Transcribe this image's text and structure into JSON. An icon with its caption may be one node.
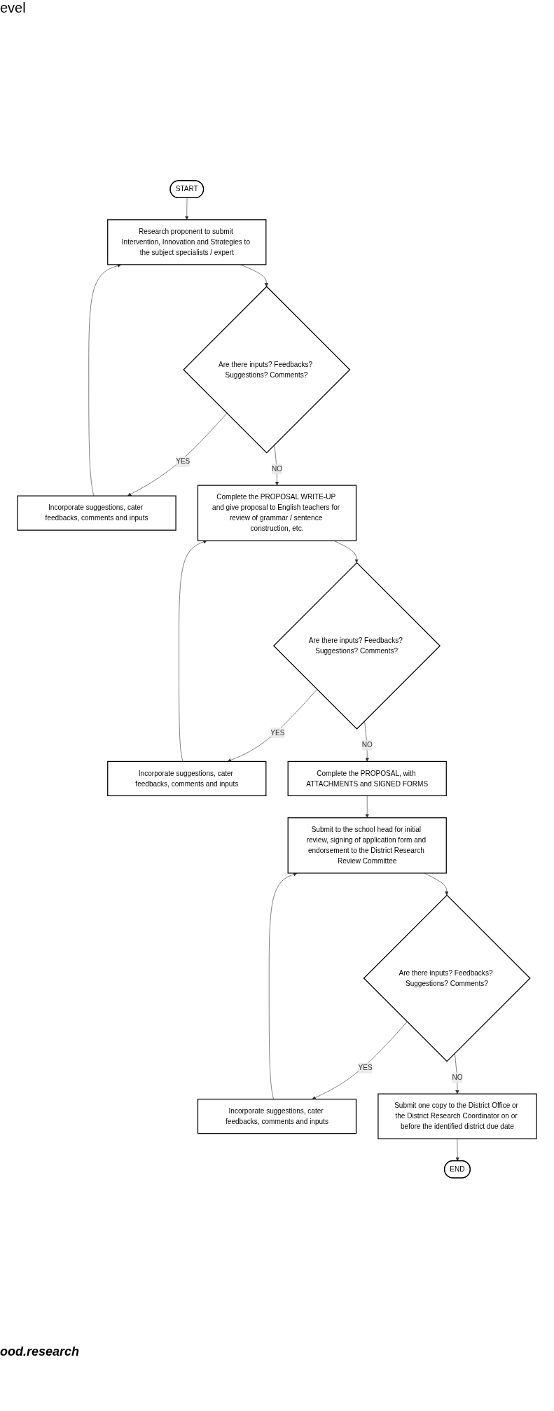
{
  "diagram": {
    "nodes": [
      {
        "text": [
          "START"
        ]
      },
      {
        "text": [
          "Research proponent to submit Intervention, Innovation and Strategies to the subject specialists / expert"
        ]
      },
      {
        "text": [
          "Are there inputs? Feedbacks? Suggestions? Comments?"
        ]
      },
      {
        "text": [
          "Incorporate suggestions, cater feedbacks, comments and inputs"
        ]
      },
      {
        "text": [
          "Complete the PROPOSAL WRITE-UP and give proposal to English teachers for review of grammar / sentence construction, etc."
        ]
      },
      {
        "text": [
          "Incorporate suggestions, cater feedbacks, comments and inputs"
        ]
      },
      {
        "text": [
          "Are there inputs? Feedbacks? Suggestions? Comments?"
        ]
      },
      {
        "text": [
          "Complete the PROPOSAL, with ATTACHMENTS and SIGNED FORMS"
        ]
      },
      {
        "text": [
          "Submit to the school head for initial review, signing of application form and endorsement to the District Research Review Committee"
        ]
      },
      {
        "text": [
          "Incorporate suggestions, cater feedbacks, comments and inputs"
        ]
      },
      {
        "text": [
          "Are there inputs? Feedbacks? Suggestions? Comments?"
        ]
      },
      {
        "text": [
          "Submit one copy to the District Office or the District Research Coordinator on or before the identified district due date"
        ]
      },
      {
        "text": [
          "END"
        ]
      }
    ],
    "edges": [
      {
        "from": 0,
        "to": 1,
        "arrow": "to"
      },
      {
        "from": 1,
        "to": 2,
        "arrow": "to"
      },
      {
        "from": 2,
        "to": 3,
        "arrow": "to",
        "label": "YES"
      },
      {
        "from": 3,
        "to": 1,
        "arrow": "to"
      },
      {
        "from": 2,
        "to": 4,
        "arrow": "to",
        "label": "NO"
      },
      {
        "from": 4,
        "to": 6,
        "arrow": "to"
      },
      {
        "from": 6,
        "to": 5,
        "arrow": "to",
        "label": "YES"
      },
      {
        "from": 5,
        "to": 4,
        "arrow": "to"
      },
      {
        "from": 6,
        "to": 7,
        "arrow": "to",
        "label": "NO"
      },
      {
        "from": 7,
        "to": 8,
        "arrow": "to"
      },
      {
        "from": 8,
        "to": 10,
        "arrow": "to"
      },
      {
        "from": 10,
        "to": 9,
        "arrow": "to",
        "label": "YES"
      },
      {
        "from": 9,
        "to": 8,
        "arrow": "to"
      },
      {
        "from": 10,
        "to": 11,
        "arrow": "to",
        "label": "NO"
      },
      {
        "from": 11,
        "to": 12,
        "arrow": "to"
      }
    ],
    "labels": [
      "evel",
      "ood.research"
    ]
  }
}
